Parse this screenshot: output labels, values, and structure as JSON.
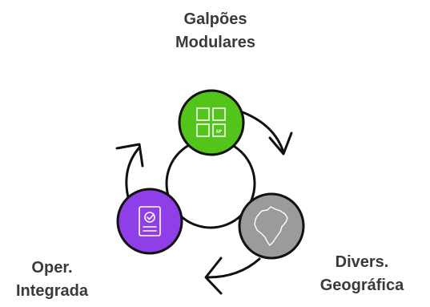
{
  "nodes": [
    {
      "id": "galpoes",
      "label_lines": [
        "Galpões",
        "Modulares"
      ],
      "color": "#52c41a",
      "icon": "grid-m2-icon",
      "icon_text": "M²"
    },
    {
      "id": "divers",
      "label_lines": [
        "Divers.",
        "Geográfica"
      ],
      "color": "#9b9b9b",
      "icon": "brazil-map-icon"
    },
    {
      "id": "oper",
      "label_lines": [
        "Oper.",
        "Integrada"
      ],
      "color": "#8e3fe8",
      "icon": "checklist-document-icon"
    }
  ],
  "colors": {
    "stroke": "#111111",
    "text": "#3a3a3a",
    "center": "#ffffff"
  }
}
